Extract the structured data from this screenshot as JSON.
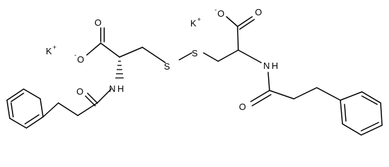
{
  "structure": {
    "ions": [
      {
        "symbol": "K",
        "charge": "+"
      },
      {
        "symbol": "K",
        "charge": "+"
      }
    ],
    "atoms": {
      "oxygen": "O",
      "nitrogen": "N",
      "hydrogen": "H",
      "sulfur": "S",
      "negative_charge": "-"
    }
  }
}
